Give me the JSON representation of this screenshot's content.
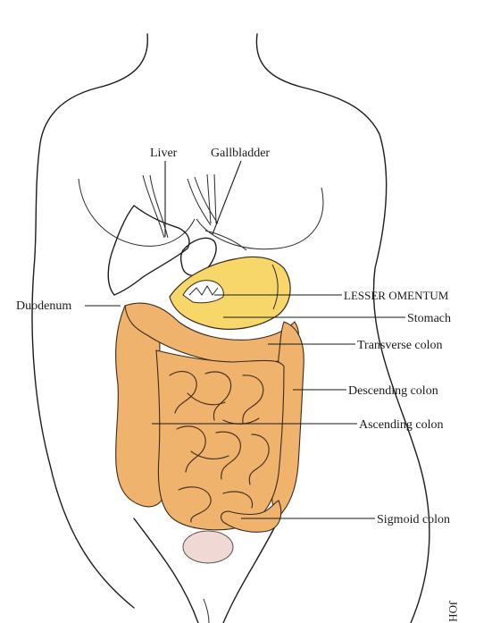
{
  "colors": {
    "intestine": "#f0b36e",
    "stomach": "#f7d76a",
    "bladder": "#f0d8d4",
    "outline": "#1c1c1c",
    "background": "#ffffff"
  },
  "labels": {
    "liver": "Liver",
    "gallbladder": "Gallbladder",
    "duodenum": "Duodenum",
    "lesser_omentum": "LESSER OMENTUM",
    "stomach": "Stomach",
    "transverse_colon": "Transverse colon",
    "descending_colon": "Descending colon",
    "ascending_colon": "Ascending colon",
    "sigmoid_colon": "Sigmoid colon"
  },
  "signature": "JOH"
}
